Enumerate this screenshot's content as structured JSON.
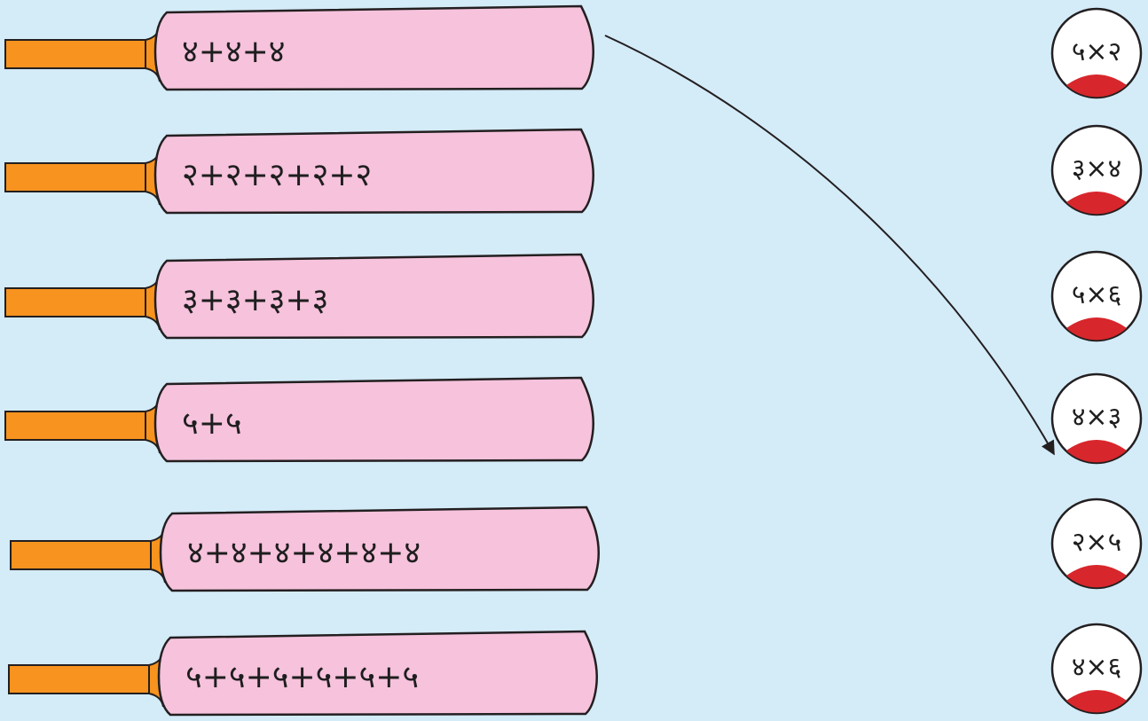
{
  "colors": {
    "background": "#d4ebf8",
    "bat_blade": "#f6c2dc",
    "bat_handle": "#f7931e",
    "ball": "#ffffff",
    "ball_seam": "#d7272c",
    "outline": "#231f20",
    "arrow": "#231f20"
  },
  "bats": [
    {
      "expression": "४+४+४"
    },
    {
      "expression": "२+२+२+२+२"
    },
    {
      "expression": "३+३+३+३"
    },
    {
      "expression": "५+५"
    },
    {
      "expression": "४+४+४+४+४+४"
    },
    {
      "expression": "५+५+५+५+५+५"
    }
  ],
  "balls": [
    {
      "expression": "५×२"
    },
    {
      "expression": "३×४"
    },
    {
      "expression": "५×६"
    },
    {
      "expression": "४×३"
    },
    {
      "expression": "२×५"
    },
    {
      "expression": "४×६"
    }
  ],
  "example_match": {
    "from_bat": 1,
    "to_ball": 4
  }
}
